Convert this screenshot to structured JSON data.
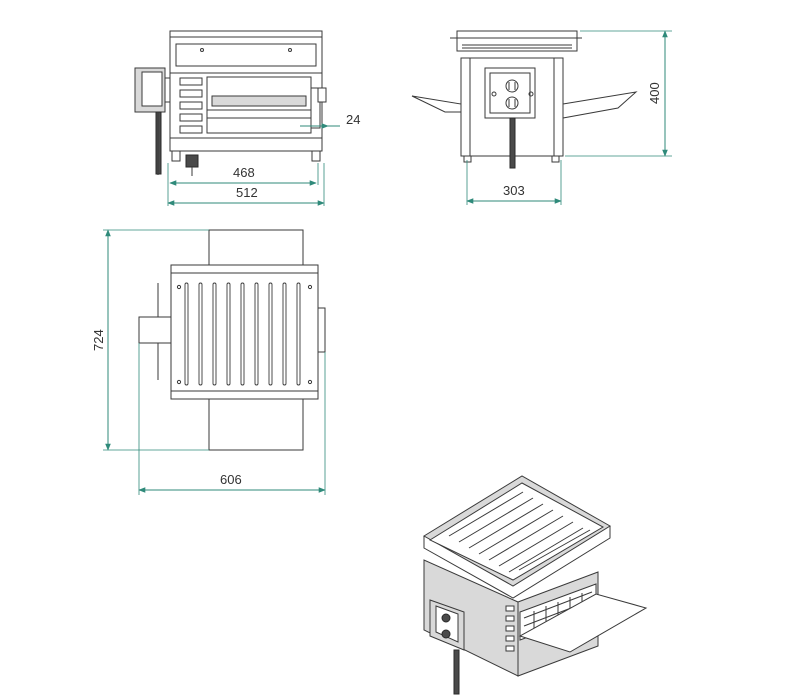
{
  "dimensions": {
    "front_inner_width": "468",
    "front_overall_width": "512",
    "front_offset": "24",
    "side_depth": "303",
    "side_height": "400",
    "top_length": "724",
    "top_width": "606"
  },
  "colors": {
    "dimension_line": "#2f8a7a",
    "outline": "#3a3a3a",
    "steel_fill": "#d9d9d9"
  }
}
